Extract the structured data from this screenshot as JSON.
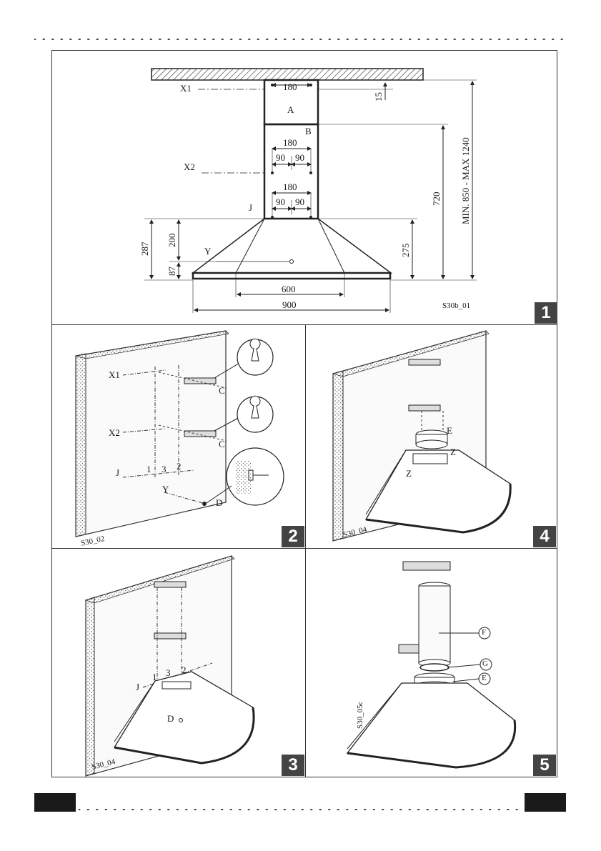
{
  "panel1": {
    "badge": "1",
    "code": "S30b_01",
    "labels": {
      "x1": "X1",
      "x2": "X2",
      "j": "J",
      "y": "Y",
      "a": "A",
      "b": "B"
    },
    "dims": {
      "top_width": "180",
      "offset_15": "15",
      "b_width": "180",
      "b_half_left": "90",
      "b_half_right": "90",
      "j_width": "180",
      "j_half_left": "90",
      "j_half_right": "90",
      "d287": "287",
      "d200": "200",
      "d87": "87",
      "d275": "275",
      "d720": "720",
      "height_range": "MIN. 850 - MAX 1240",
      "w600": "600",
      "w900": "900"
    }
  },
  "panel2": {
    "badge": "2",
    "code": "S30_02",
    "labels": {
      "x1": "X1",
      "x2": "X2",
      "c1": "C",
      "c2": "C",
      "j": "J",
      "y": "Y",
      "d": "D",
      "n1": "1",
      "n2": "2",
      "n3": "3"
    }
  },
  "panel3": {
    "badge": "3",
    "code": "S30_04",
    "labels": {
      "j": "J",
      "d": "D",
      "n1": "1",
      "n2": "2",
      "n3": "3"
    }
  },
  "panel4": {
    "badge": "4",
    "code": "S30_04",
    "labels": {
      "e": "E",
      "z1": "Z",
      "z2": "Z"
    }
  },
  "panel5": {
    "badge": "5",
    "code": "S30_05c",
    "labels": {
      "f": "F",
      "g": "G",
      "e": "E"
    }
  }
}
